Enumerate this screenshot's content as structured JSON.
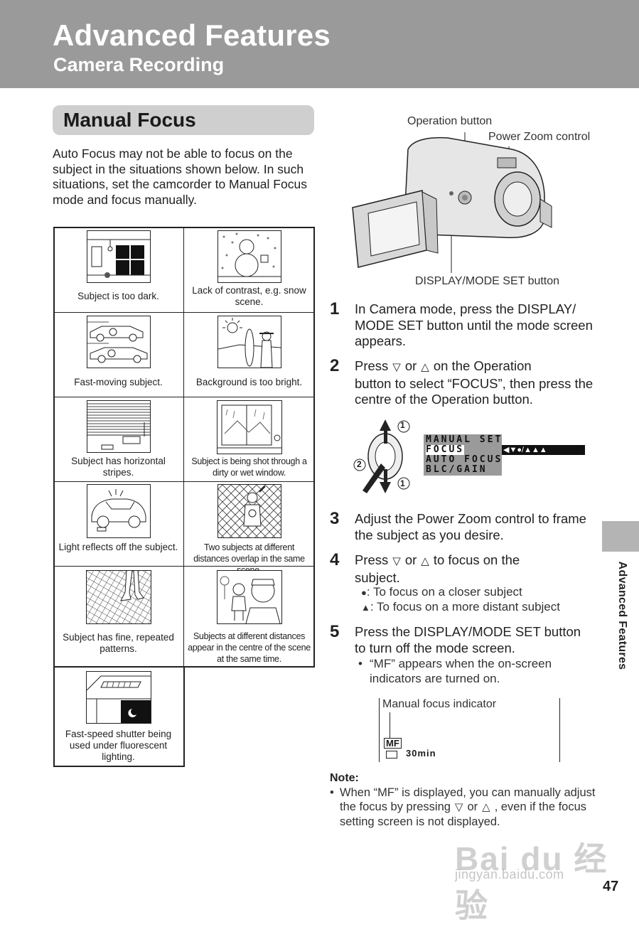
{
  "header": {
    "title": "Advanced Features",
    "subtitle": "Camera Recording"
  },
  "section": {
    "title": "Manual Focus",
    "intro": "Auto Focus may not be able to focus on the subject in the situations shown below. In such situations, set the camcorder to Manual Focus mode and focus manually."
  },
  "situations": [
    {
      "caption": "Subject is too dark.",
      "icon": "dark-room-icon"
    },
    {
      "caption": "Lack of contrast, e.g. snow scene.",
      "icon": "snowman-icon"
    },
    {
      "caption": "Fast-moving subject.",
      "icon": "race-car-icon"
    },
    {
      "caption": "Background is too bright.",
      "icon": "beach-sun-icon"
    },
    {
      "caption": "Subject has horizontal stripes.",
      "icon": "blinds-icon"
    },
    {
      "caption": "Subject is being shot through a dirty or wet window.",
      "icon": "window-icon"
    },
    {
      "caption": "Light reflects off the subject.",
      "icon": "shiny-car-icon"
    },
    {
      "caption": "Two subjects at different distances overlap in the same scene.",
      "icon": "fence-player-icon"
    },
    {
      "caption": "Subject has fine, repeated patterns.",
      "icon": "tiled-floor-icon"
    },
    {
      "caption": "Subjects at different distances appear in the centre of the scene at the same time.",
      "icon": "two-people-icon"
    },
    {
      "caption": "Fast-speed shutter being used under fluorescent lighting.",
      "icon": "fluorescent-light-icon"
    }
  ],
  "camera_callouts": {
    "operation_button": "Operation button",
    "power_zoom": "Power Zoom control",
    "display_mode": "DISPLAY/MODE SET button"
  },
  "steps": [
    {
      "num": "1",
      "text": "In Camera mode, press the DISPLAY/ MODE SET button until the mode screen appears."
    },
    {
      "num": "2",
      "pre": "Press",
      "or": "or",
      "post": "on the Operation",
      "text2": "button to select “FOCUS”, then press the centre of the Operation button."
    },
    {
      "num": "3",
      "text": "Adjust the Power Zoom control to frame the subject as you desire."
    },
    {
      "num": "4",
      "pre": "Press",
      "or": "or",
      "post": "to focus on the",
      "text2": "subject.",
      "closer": ": To focus on a closer subject",
      "distant": ": To focus on a more distant subject"
    },
    {
      "num": "5",
      "text": "Press the DISPLAY/MODE SET button to turn off the mode screen.",
      "bullet": "“MF” appears when the on-screen indicators are turned on."
    }
  ],
  "menu": {
    "lines": [
      "MANUAL SET",
      "FOCUS",
      "AUTO FOCUS",
      "BLC/GAIN"
    ],
    "marker_1": "1",
    "marker_2": "2"
  },
  "mf_screen": {
    "label": "Manual focus indicator",
    "mf": "MF",
    "time": "30min"
  },
  "note": {
    "title": "Note:",
    "pre": "When “MF” is displayed, you can manually adjust the focus by pressing",
    "or": "or",
    "post": ", even if the focus setting screen is not displayed."
  },
  "side_tab": "Advanced Features",
  "page_number": "47",
  "watermark": {
    "logo": "Bai du 经验",
    "url": "jingyan.baidu.com"
  }
}
